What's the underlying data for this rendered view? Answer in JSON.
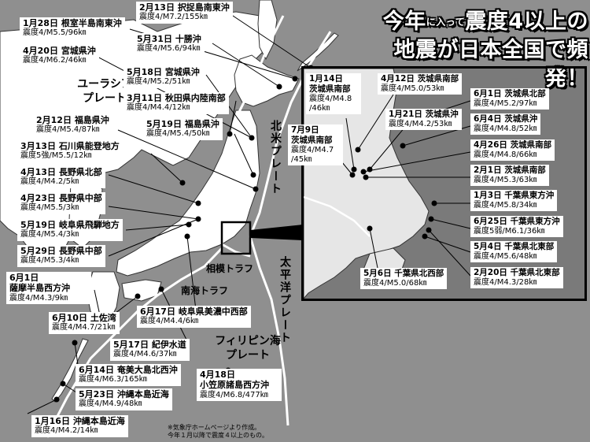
{
  "headline": {
    "line1_a": "今年",
    "line1_small": "に入って",
    "line1_b": "震度4以上の",
    "line2": "地震が日本全国で頻発！"
  },
  "regions": {
    "eurasia": "ユーラシア\nプレート",
    "north_america": "北米プレート",
    "pacific": "太平洋プレート",
    "philippine": "フィリピン海\nプレート",
    "sagami": "相模トラフ",
    "nankai": "南海トラフ"
  },
  "quakes": [
    {
      "date": "1月28日",
      "place": "根室半島南東沖",
      "detail": "震度4/M5.5/96㎞"
    },
    {
      "date": "2月13日",
      "place": "択捉島南東沖",
      "detail": "震度4/M7.2/155㎞"
    },
    {
      "date": "4月20日",
      "place": "宮城県沖",
      "detail": "震度4/M6.2/46㎞"
    },
    {
      "date": "5月31日",
      "place": "十勝沖",
      "detail": "震度4/M5.6/94㎞"
    },
    {
      "date": "5月18日",
      "place": "宮城県沖",
      "detail": "震度4/M5.2/51㎞"
    },
    {
      "date": "3月11日",
      "place": "秋田県内陸南部",
      "detail": "震度4/M4.4/12㎞"
    },
    {
      "date": "5月19日",
      "place": "福島県沖",
      "detail": "震度4/M5.4/50㎞"
    },
    {
      "date": "2月12日",
      "place": "福島県沖",
      "detail": "震度4/M5.4/87㎞"
    },
    {
      "date": "3月13日",
      "place": "石川県能登地方",
      "detail": "震度5強/M5.5/12㎞"
    },
    {
      "date": "4月13日",
      "place": "長野県北部",
      "detail": "震度4/M4.2/5㎞"
    },
    {
      "date": "4月23日",
      "place": "長野県中部",
      "detail": "震度4/M5.5/3㎞"
    },
    {
      "date": "5月19日",
      "place": "岐阜県飛騨地方",
      "detail": "震度4/M5.4/3㎞"
    },
    {
      "date": "5月29日",
      "place": "長野県中部",
      "detail": "震度4/M5.3/4㎞"
    },
    {
      "date": "6月1日",
      "place": "薩摩半島西方沖",
      "detail": "震度4/M4.3/9㎞"
    },
    {
      "date": "6月10日",
      "place": "土佐湾",
      "detail": "震度4/M4.7/21㎞"
    },
    {
      "date": "6月17日",
      "place": "岐阜県美濃中西部",
      "detail": "震度4/M4.4/6㎞"
    },
    {
      "date": "5月17日",
      "place": "紀伊水道",
      "detail": "震度4/M4.6/37㎞"
    },
    {
      "date": "6月14日",
      "place": "奄美大島北西沖",
      "detail": "震度4/M6.3/165㎞"
    },
    {
      "date": "5月23日",
      "place": "沖縄本島近海",
      "detail": "震度4/M4.9/48㎞"
    },
    {
      "date": "1月16日",
      "place": "沖縄本島近海",
      "detail": "震度4/M4.2/14㎞"
    },
    {
      "date": "4月18日",
      "place": "小笠原諸島西方沖",
      "detail": "震度4/M6.8/477㎞"
    }
  ],
  "inset_quakes": [
    {
      "date": "1月14日",
      "place": "茨城県南部",
      "detail": "震度4/M4.8\n/46㎞"
    },
    {
      "date": "4月12日",
      "place": "茨城県南部",
      "detail": "震度4/M5.0/53㎞"
    },
    {
      "date": "7月9日",
      "place": "茨城県南部",
      "detail": "震度4/M4.7\n/45㎞"
    },
    {
      "date": "1月21日",
      "place": "茨城県沖",
      "detail": "震度4/M4.2/53㎞"
    },
    {
      "date": "6月1日",
      "place": "茨城県北部",
      "detail": "震度4/M5.2/97㎞"
    },
    {
      "date": "6月4日",
      "place": "茨城県沖",
      "detail": "震度4/M4.8/52㎞"
    },
    {
      "date": "4月26日",
      "place": "茨城県南部",
      "detail": "震度4/M4.8/66㎞"
    },
    {
      "date": "2月1日",
      "place": "茨城県南部",
      "detail": "震度4/M5.3/63㎞"
    },
    {
      "date": "1月3日",
      "place": "千葉県東方沖",
      "detail": "震度4/M5.8/34㎞"
    },
    {
      "date": "6月25日",
      "place": "千葉県東方沖",
      "detail": "震度5弱/M6.1/36㎞"
    },
    {
      "date": "5月4日",
      "place": "千葉県北東部",
      "detail": "震度4/M5.6/48㎞"
    },
    {
      "date": "5月6日",
      "place": "千葉県北西部",
      "detail": "震度4/M5.0/68㎞"
    },
    {
      "date": "2月20日",
      "place": "千葉県北東部",
      "detail": "震度4/M4.3/28㎞"
    }
  ],
  "note": {
    "line1": "※気象庁ホームページより作成。",
    "line2": "今年１月以降で震度４以上のもの。"
  },
  "colors": {
    "land": "#ffffff",
    "sea": "#8f8f8f",
    "inset_sea": "#7a7a7a",
    "inset_land": "#e6e6e6"
  }
}
